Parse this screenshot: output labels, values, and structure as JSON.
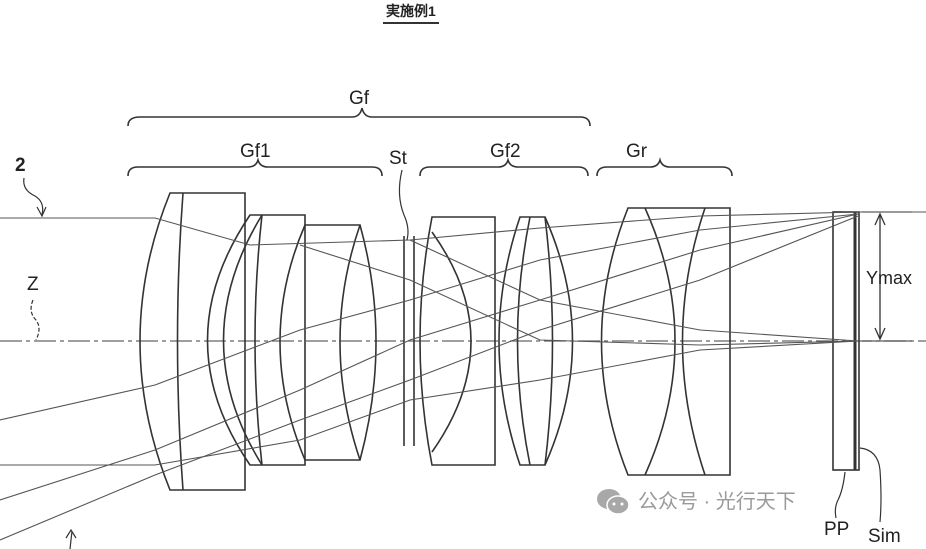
{
  "title": "実施例1",
  "labels": {
    "gf": "Gf",
    "gf1": "Gf1",
    "st": "St",
    "gf2": "Gf2",
    "gr": "Gr",
    "ray_ref": "2",
    "axis": "Z",
    "ymax": "Ymax",
    "pp": "PP",
    "sim": "Sim"
  },
  "watermark": {
    "text": "公众号 · 光行天下",
    "icon": "wechat-icon"
  }
}
